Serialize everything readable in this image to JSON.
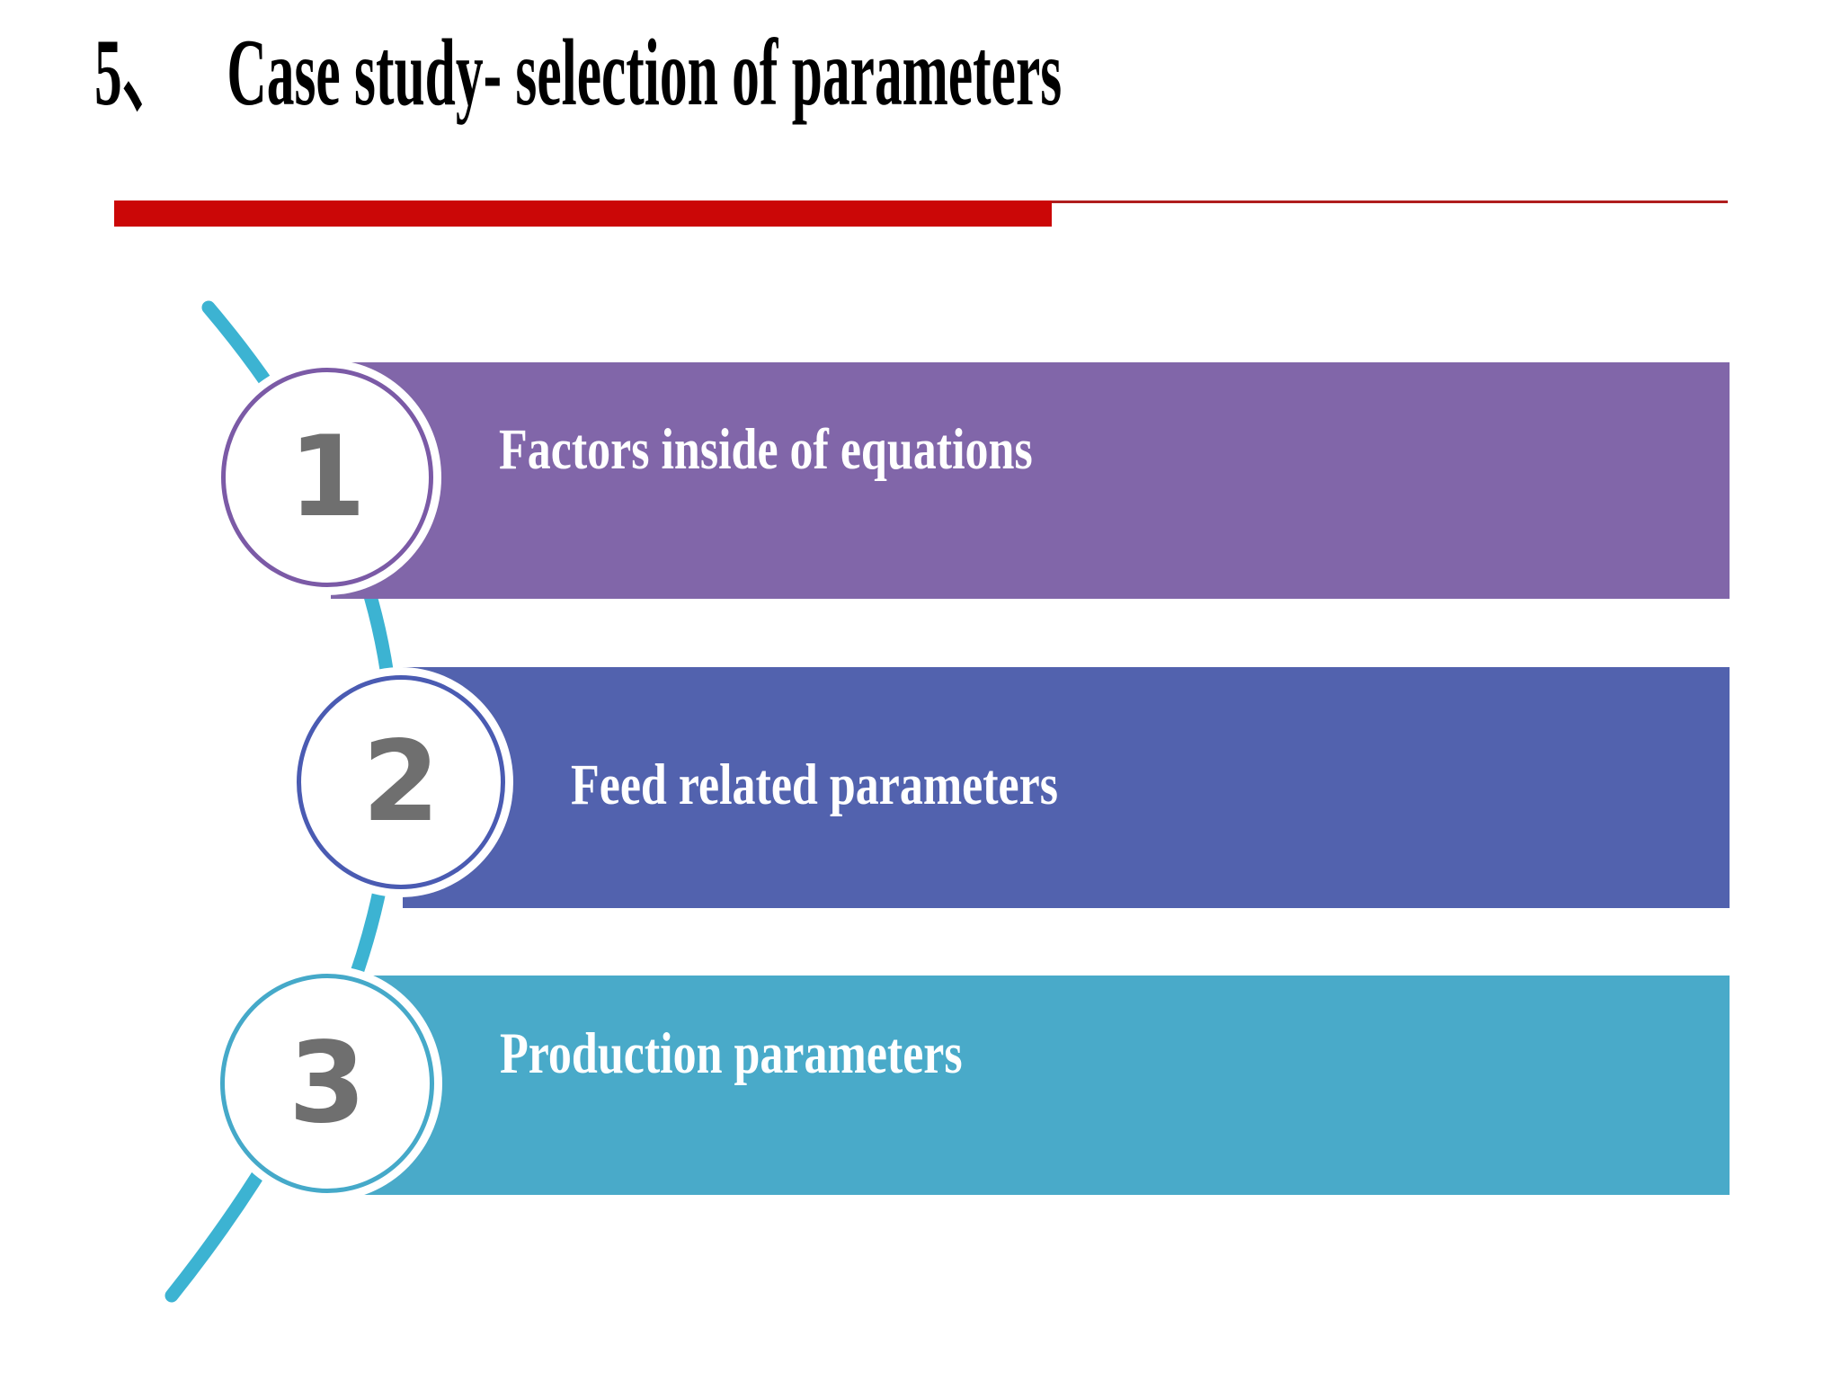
{
  "slide_title": {
    "number": "5、",
    "text": "Case study- selection of parameters"
  },
  "divider": {
    "bar_color": "#CB0707",
    "line_color": "#B01E1E"
  },
  "diagram": {
    "curve_color": "#3CB3D2",
    "number_color": "#6F6F6F",
    "items": [
      {
        "number": "1",
        "label": "Factors inside of equations",
        "bar_color": "#8166A9",
        "circle_border_color": "#7B5AA6"
      },
      {
        "number": "2",
        "label": "Feed related parameters",
        "bar_color": "#5262AE",
        "circle_border_color": "#4A5BB2"
      },
      {
        "number": "3",
        "label": "Production parameters",
        "bar_color": "#49AAC9",
        "circle_border_color": "#45A9C9"
      }
    ]
  }
}
